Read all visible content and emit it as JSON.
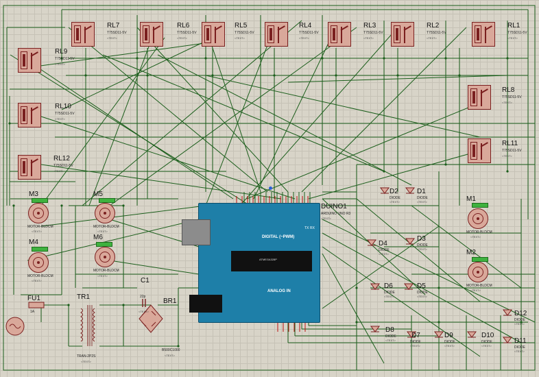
{
  "relays": [
    {
      "id": "rl7",
      "ref": "RL7",
      "part": "T75SD11-5V",
      "text": "<TEXT>"
    },
    {
      "id": "rl6",
      "ref": "RL6",
      "part": "T75SD11-5V",
      "text": "<TEXT>"
    },
    {
      "id": "rl5",
      "ref": "RL5",
      "part": "T75SD11-5V",
      "text": "<TEXT>"
    },
    {
      "id": "rl4",
      "ref": "RL4",
      "part": "T75SD11-5V",
      "text": "<TEXT>"
    },
    {
      "id": "rl3",
      "ref": "RL3",
      "part": "T75SD11-5V",
      "text": "<TEXT>"
    },
    {
      "id": "rl2",
      "ref": "RL2",
      "part": "T75SD11-5V",
      "text": "<TEXT>"
    },
    {
      "id": "rl1",
      "ref": "RL1",
      "part": "T75SD11-5V",
      "text": "<TEXT>"
    },
    {
      "id": "rl9",
      "ref": "RL9",
      "part": "T75SD11-5V",
      "text": "<TEXT>"
    },
    {
      "id": "rl10",
      "ref": "RL10",
      "part": "T75SD11-5V",
      "text": "<TEXT>"
    },
    {
      "id": "rl12",
      "ref": "RL12",
      "part": "T75SD11-5V",
      "text": "<TEXT>"
    },
    {
      "id": "rl8",
      "ref": "RL8",
      "part": "T75SD11-5V",
      "text": "<TEXT>"
    },
    {
      "id": "rl11",
      "ref": "RL11",
      "part": "T75SD11-5V",
      "text": "<TEXT>"
    }
  ],
  "motors": [
    {
      "id": "m3",
      "ref": "M3",
      "part": "MOTOR-BLDCM",
      "text": "<TEXT>"
    },
    {
      "id": "m5",
      "ref": "M5",
      "part": "MOTOR-BLDCM",
      "text": "<TEXT>"
    },
    {
      "id": "m4",
      "ref": "M4",
      "part": "MOTOR-BLDCM",
      "text": "<TEXT>"
    },
    {
      "id": "m6",
      "ref": "M6",
      "part": "MOTOR-BLDCM",
      "text": "<TEXT>"
    },
    {
      "id": "m1",
      "ref": "M1",
      "part": "MOTOR-BLDCM",
      "text": "<TEXT>"
    },
    {
      "id": "m2",
      "ref": "M2",
      "part": "MOTOR-BLDCM",
      "text": "<TEXT>"
    }
  ],
  "diodes": [
    {
      "id": "d1",
      "ref": "D1",
      "part": "DIODE",
      "text": "<TEXT>"
    },
    {
      "id": "d2",
      "ref": "D2",
      "part": "DIODE",
      "text": "<TEXT>"
    },
    {
      "id": "d3",
      "ref": "D3",
      "part": "DIODE",
      "text": "<TEXT>"
    },
    {
      "id": "d4",
      "ref": "D4",
      "part": "DIODE",
      "text": "<TEXT>"
    },
    {
      "id": "d5",
      "ref": "D5",
      "part": "DIODE",
      "text": "<TEXT>"
    },
    {
      "id": "d6",
      "ref": "D6",
      "part": "DIODE",
      "text": "<TEXT>"
    },
    {
      "id": "d7",
      "ref": "D7",
      "part": "DIODE",
      "text": "<TEXT>"
    },
    {
      "id": "d8",
      "ref": "D8",
      "part": "DIODE",
      "text": "<TEXT>"
    },
    {
      "id": "d9",
      "ref": "D9",
      "part": "DIODE",
      "text": "<TEXT>"
    },
    {
      "id": "d10",
      "ref": "D10",
      "part": "DIODE",
      "text": "<TEXT>"
    },
    {
      "id": "d11",
      "ref": "D11",
      "part": "DIODE",
      "text": "<TEXT>"
    },
    {
      "id": "d12",
      "ref": "D12",
      "part": "DIODE",
      "text": "<TEXT>"
    }
  ],
  "arduino": {
    "ref": "DUINO1",
    "part": "ARDUINO UNO R3",
    "text": "<TEXT>",
    "digital_label": "DIGITAL (~PWM)",
    "analog_label": "ANALOG IN",
    "chip_text": "ATMEGA328P",
    "tx": "TX",
    "rx": "RX"
  },
  "power": {
    "fuse_ref": "FU1",
    "fuse_value": "1A",
    "trans_ref": "TR1",
    "trans_part": "TRAN-2P2S",
    "trans_text": "<TEXT>",
    "cap_ref": "C1",
    "cap_value": "22p",
    "cap_text": "<TEXT>",
    "bridge_ref": "BR1",
    "bridge_part": "B500C1000",
    "bridge_text": "<TEXT>"
  },
  "colors": {
    "wire": "#1b5e1b",
    "body": "#d9a89a",
    "outline": "#7a1f1f",
    "board": "#1e7fa8",
    "badge": "#3fb23f",
    "grid": "#c6c2b6",
    "background": "#d8d4c8"
  }
}
